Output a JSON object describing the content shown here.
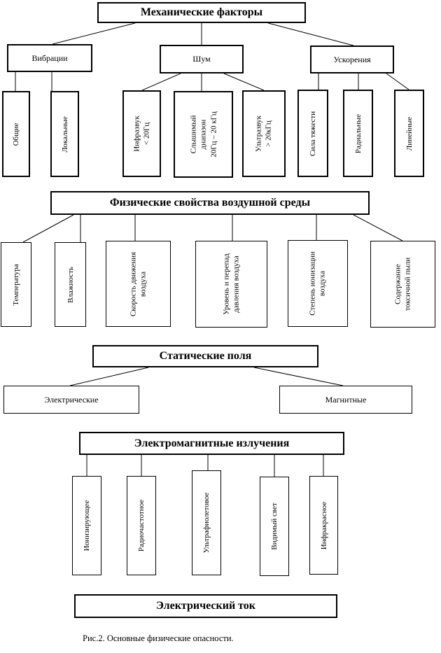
{
  "s1": {
    "title": "Механические факторы",
    "groups": [
      "Вибрации",
      "Шум",
      "Ускорения"
    ],
    "leaves": [
      "Общие",
      "Локальные",
      "Инфразвук\n< 20Гц",
      "Слышимый\nдиапазон\n20Гц – 20 кГц",
      "Ультразвук\n> 20кГц",
      "Сила тяжести",
      "Радиальные",
      "Линейные"
    ]
  },
  "s2": {
    "title": "Физические свойства воздушной среды",
    "leaves": [
      "Температура",
      "Влажность",
      "Скорость движения\nвоздуха",
      "Уровень и перепад\nдавления воздуха",
      "Степень ионизации\nвоздуха",
      "Содержание\nтоксичной пыли"
    ]
  },
  "s3": {
    "title": "Статические поля",
    "leaves": [
      "Электрические",
      "Магнитные"
    ]
  },
  "s4": {
    "title": "Электромагнитные излучения",
    "leaves": [
      "Ионизирующее",
      "Радиочастотное",
      "Ультрафиолетовое",
      "Видимый свет",
      "Инфракрасное"
    ]
  },
  "s5": {
    "title": "Электрический ток"
  },
  "caption": "Рис.2. Основные физические опасности.",
  "colors": {
    "line": "#000000",
    "background": "#ffffff"
  }
}
